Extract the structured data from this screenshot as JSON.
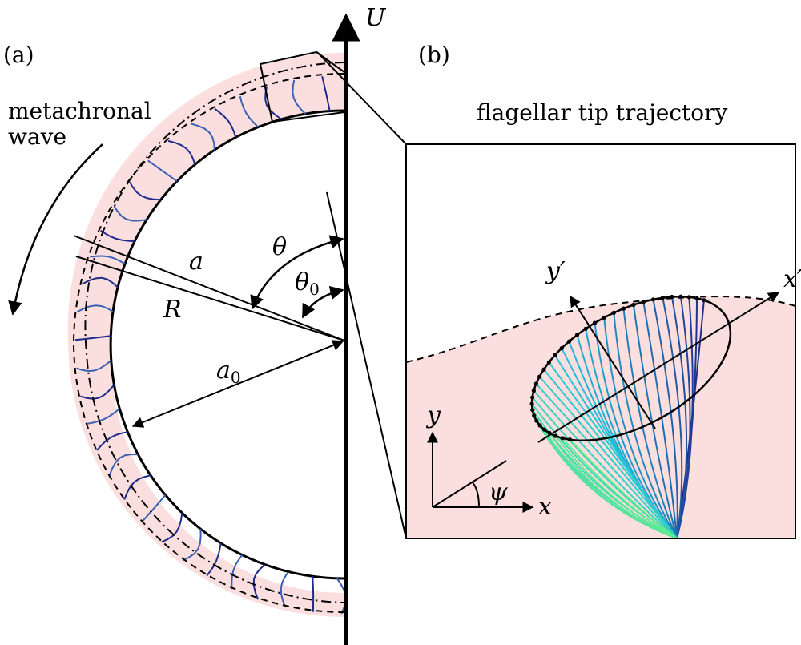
{
  "panels": {
    "a": {
      "label": "(a)",
      "annotation": "metachronal wave",
      "annotation_line1": "metachronal",
      "annotation_line2": "wave"
    },
    "b": {
      "label": "(b)",
      "title": "flagellar tip trajectory"
    }
  },
  "symbols": {
    "U": "U",
    "theta": "θ",
    "theta0": "θ",
    "theta0_sub": "0",
    "a": "a",
    "R": "R",
    "a0": "a",
    "a0_sub": "0",
    "x": "x",
    "y": "y",
    "psi": "ψ",
    "xprime": "x′",
    "yprime": "y′"
  },
  "colors": {
    "layer_fill": "#fbdede",
    "cilia_blue": "#3a5fb5",
    "cilia_navy": "#1f2a8c",
    "cilia_cyan": "#22c4dd",
    "cilia_green": "#66ee88",
    "ink": "#000000"
  }
}
